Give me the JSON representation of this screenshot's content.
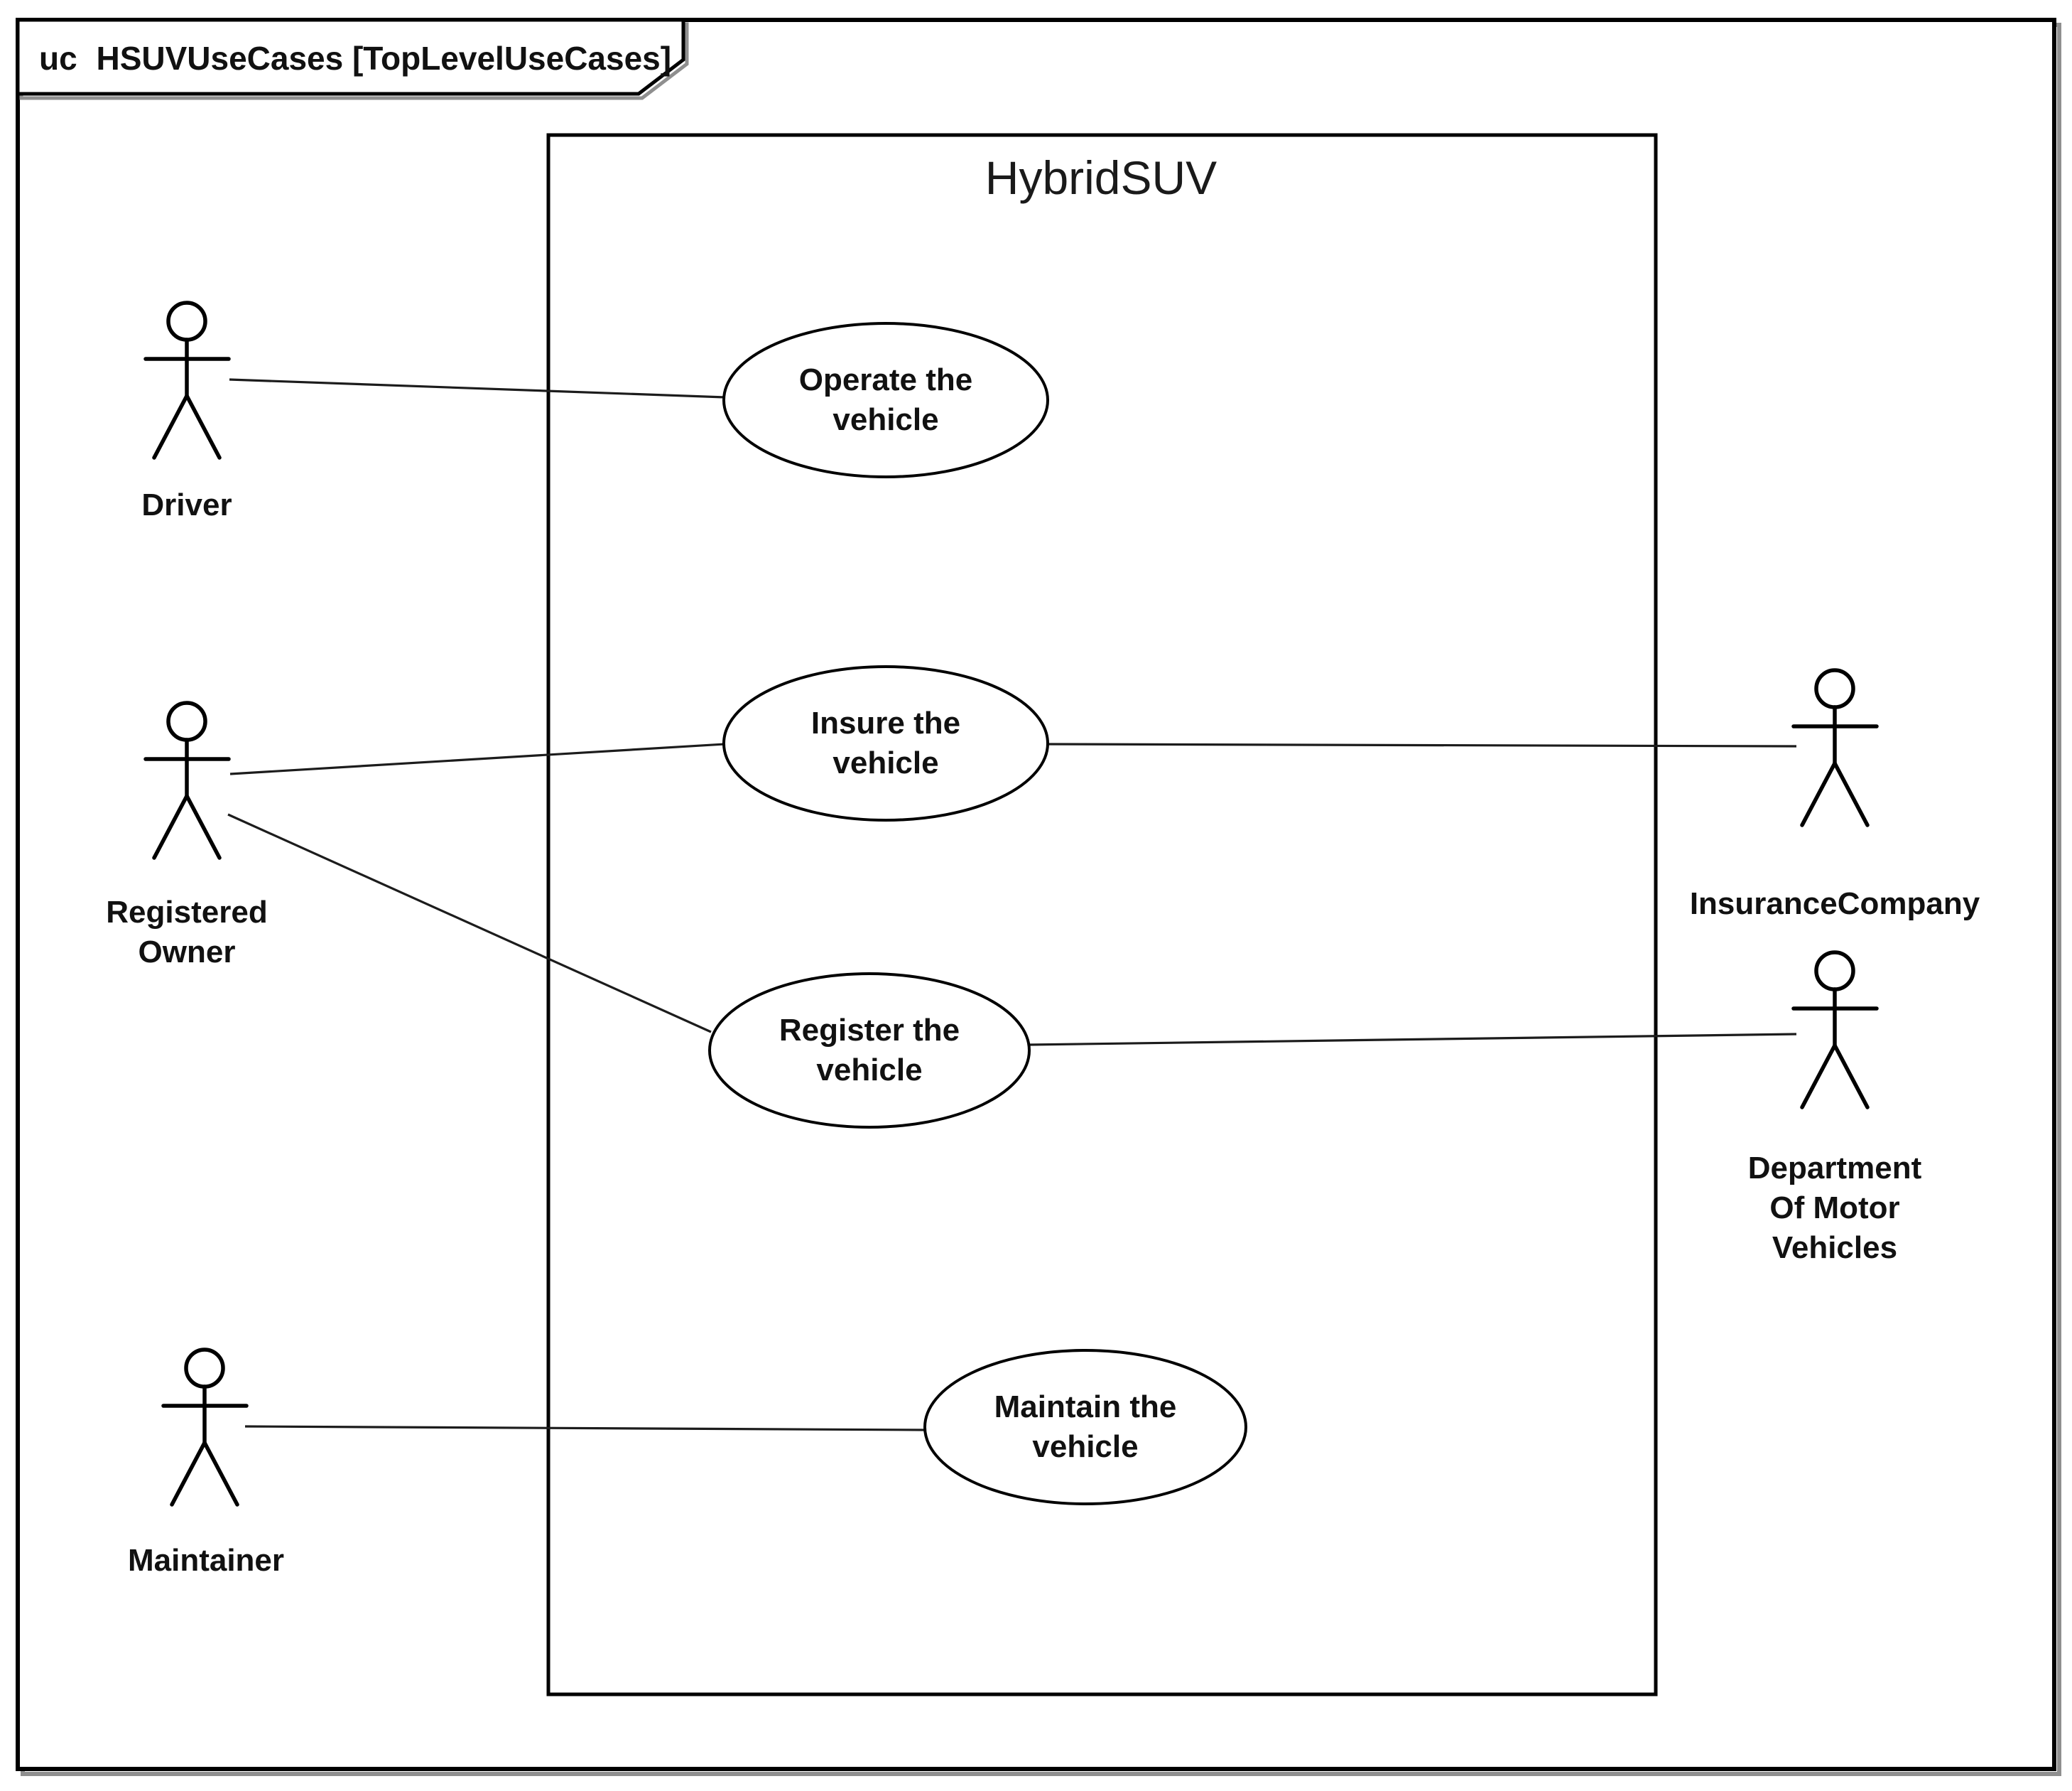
{
  "frame": {
    "keyword": "uc",
    "name": "HSUVUseCases [TopLevelUseCases]",
    "label": "uc HSUVUseCases [TopLevelUseCases]"
  },
  "system": {
    "name": "HybridSUV"
  },
  "use_cases": [
    {
      "id": "operate",
      "label": "Operate the vehicle",
      "lines": [
        "Operate the",
        "vehicle"
      ]
    },
    {
      "id": "insure",
      "label": "Insure the vehicle",
      "lines": [
        "Insure the",
        "vehicle"
      ]
    },
    {
      "id": "register",
      "label": "Register the vehicle",
      "lines": [
        "Register the",
        "vehicle"
      ]
    },
    {
      "id": "maintain",
      "label": "Maintain the vehicle",
      "lines": [
        "Maintain the",
        "vehicle"
      ]
    }
  ],
  "actors": [
    {
      "id": "driver",
      "label": "Driver",
      "lines": [
        "Driver"
      ]
    },
    {
      "id": "registered-owner",
      "label": "Registered Owner",
      "lines": [
        "Registered",
        "Owner"
      ]
    },
    {
      "id": "maintainer",
      "label": "Maintainer",
      "lines": [
        "Maintainer"
      ]
    },
    {
      "id": "insurance-company",
      "label": "InsuranceCompany",
      "lines": [
        "InsuranceCompany"
      ]
    },
    {
      "id": "dmv",
      "label": "Department Of Motor Vehicles",
      "lines": [
        "Department",
        "Of Motor",
        "Vehicles"
      ]
    }
  ],
  "associations": [
    {
      "from": "Driver",
      "to": "Operate the vehicle"
    },
    {
      "from": "Registered Owner",
      "to": "Insure the vehicle"
    },
    {
      "from": "Registered Owner",
      "to": "Register the vehicle"
    },
    {
      "from": "Maintainer",
      "to": "Maintain the vehicle"
    },
    {
      "from": "Insure the vehicle",
      "to": "InsuranceCompany"
    },
    {
      "from": "Register the vehicle",
      "to": "Department Of Motor Vehicles"
    }
  ],
  "colors": {
    "background": "#ffffff",
    "stroke": "#000000",
    "shadow": "#8f8f8f",
    "text": "#111111"
  }
}
